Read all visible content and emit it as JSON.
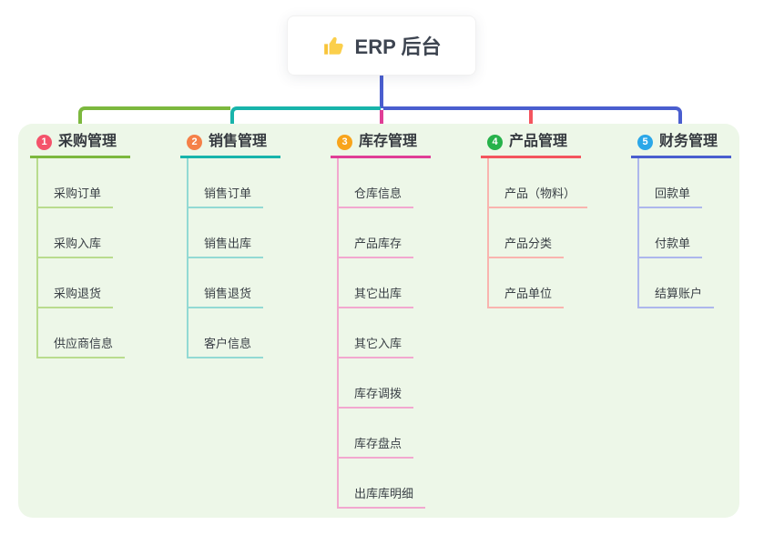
{
  "root": {
    "title": "ERP 后台",
    "icon": "thumbs-up"
  },
  "panel": {
    "background": "#edf7e8"
  },
  "trunk_color": "#4a5ecf",
  "branches": [
    {
      "number": "1",
      "title": "采购管理",
      "badge_color": "#f4536b",
      "line_color": "#7cb83e",
      "light_color": "#b9dc8e",
      "children": [
        "采购订单",
        "采购入库",
        "采购退货",
        "供应商信息"
      ]
    },
    {
      "number": "2",
      "title": "销售管理",
      "badge_color": "#f58048",
      "line_color": "#18b4ab",
      "light_color": "#93dad4",
      "children": [
        "销售订单",
        "销售出库",
        "销售退货",
        "客户信息"
      ]
    },
    {
      "number": "3",
      "title": "库存管理",
      "badge_color": "#f8a41c",
      "line_color": "#e03e96",
      "light_color": "#f2a8cf",
      "children": [
        "仓库信息",
        "产品库存",
        "其它出库",
        "其它入库",
        "库存调拨",
        "库存盘点",
        "出库库明细"
      ]
    },
    {
      "number": "4",
      "title": "产品管理",
      "badge_color": "#27b24b",
      "line_color": "#f4555e",
      "light_color": "#f9b4af",
      "children": [
        "产品（物料）",
        "产品分类",
        "产品单位"
      ]
    },
    {
      "number": "5",
      "title": "财务管理",
      "badge_color": "#2ba7e8",
      "line_color": "#4a5ecf",
      "light_color": "#adb7ec",
      "children": [
        "回款单",
        "付款单",
        "结算账户"
      ]
    }
  ]
}
